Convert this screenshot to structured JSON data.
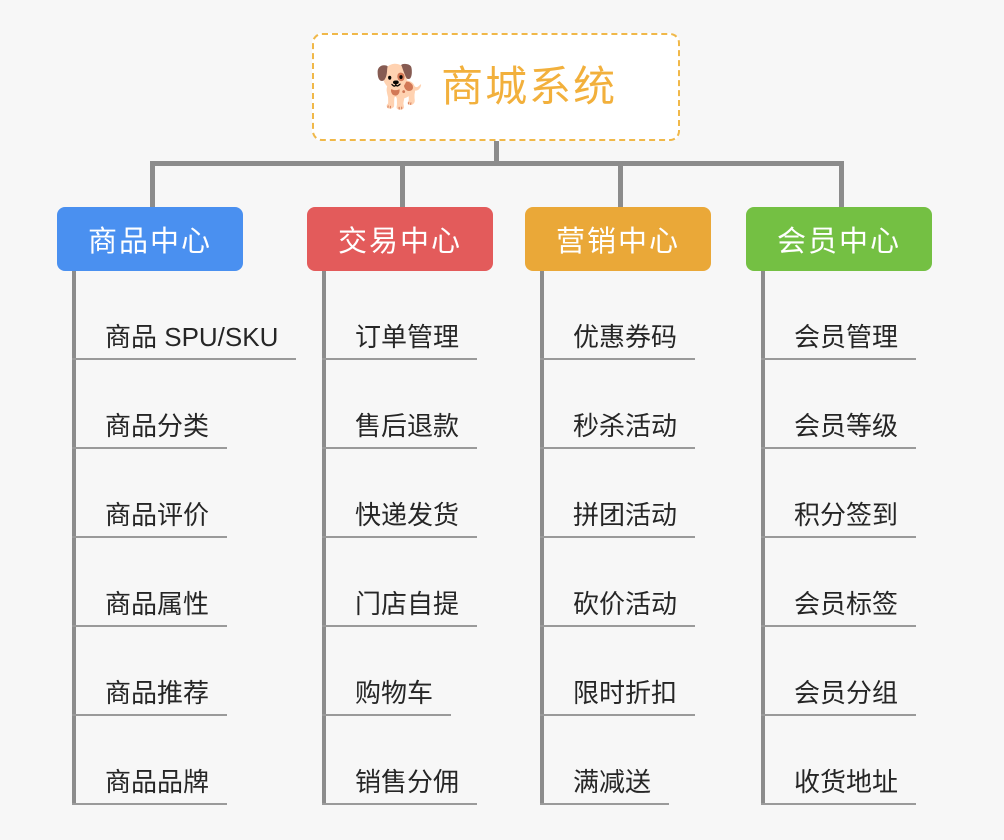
{
  "canvas": {
    "background": "#f7f7f7",
    "connector_color": "#8c8c8c",
    "leaf_text_color": "#262626",
    "leaf_underline_color": "#9a9a9a"
  },
  "root": {
    "icon": "shiba-dog-face-emoji",
    "icon_glyph": "🐕",
    "title": "商城系统",
    "text_color": "#f2b03c",
    "border_color": "#f0b849",
    "background": "#ffffff"
  },
  "branches": [
    {
      "id": "product-center",
      "label": "商品中心",
      "color": "#4a90f0",
      "items": [
        "商品 SPU/SKU",
        "商品分类",
        "商品评价",
        "商品属性",
        "商品推荐",
        "商品品牌"
      ]
    },
    {
      "id": "trade-center",
      "label": "交易中心",
      "color": "#e35b5b",
      "items": [
        "订单管理",
        "售后退款",
        "快递发货",
        "门店自提",
        "购物车",
        "销售分佣"
      ]
    },
    {
      "id": "marketing-center",
      "label": "营销中心",
      "color": "#eaa838",
      "items": [
        "优惠券码",
        "秒杀活动",
        "拼团活动",
        "砍价活动",
        "限时折扣",
        "满减送"
      ]
    },
    {
      "id": "member-center",
      "label": "会员中心",
      "color": "#74c043",
      "items": [
        "会员管理",
        "会员等级",
        "积分签到",
        "会员标签",
        "会员分组",
        "收货地址"
      ]
    }
  ]
}
